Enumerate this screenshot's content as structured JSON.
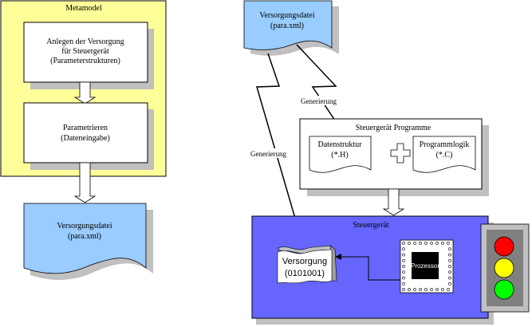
{
  "metamodel": {
    "title": "Metamodel",
    "step1": [
      "Anlegen der Versorgung",
      "für Steuergerät",
      "(Parameterstrukturen)"
    ],
    "step2": [
      "Parametrieren",
      "(Dateneingabe)"
    ]
  },
  "left_file": [
    "Versorgungsdatei",
    "(para.xml)"
  ],
  "right_file": [
    "Versorgungsdatei",
    "(para.xml)"
  ],
  "edges": {
    "generation_label_1": "Generierung",
    "generation_label_2": "Generierung"
  },
  "programs": {
    "title": "Steuergerät Programme",
    "header_file": [
      "Datenstruktur",
      "(*.H)"
    ],
    "code_file": [
      "Programmlogik",
      "(*.C)"
    ]
  },
  "ecu": {
    "title": "Steuergerät",
    "supply": [
      "Versorgung",
      "(0101001)"
    ],
    "processor_label": "Prozessor"
  },
  "colors": {
    "metamodel_bg": "#ffff99",
    "file_bg": "#99ccff",
    "ecu_bg": "#6666ff",
    "shadow": "#c0c0c0",
    "light_red": "#ff0000",
    "light_yellow": "#ffff00",
    "light_green": "#00ff00"
  }
}
